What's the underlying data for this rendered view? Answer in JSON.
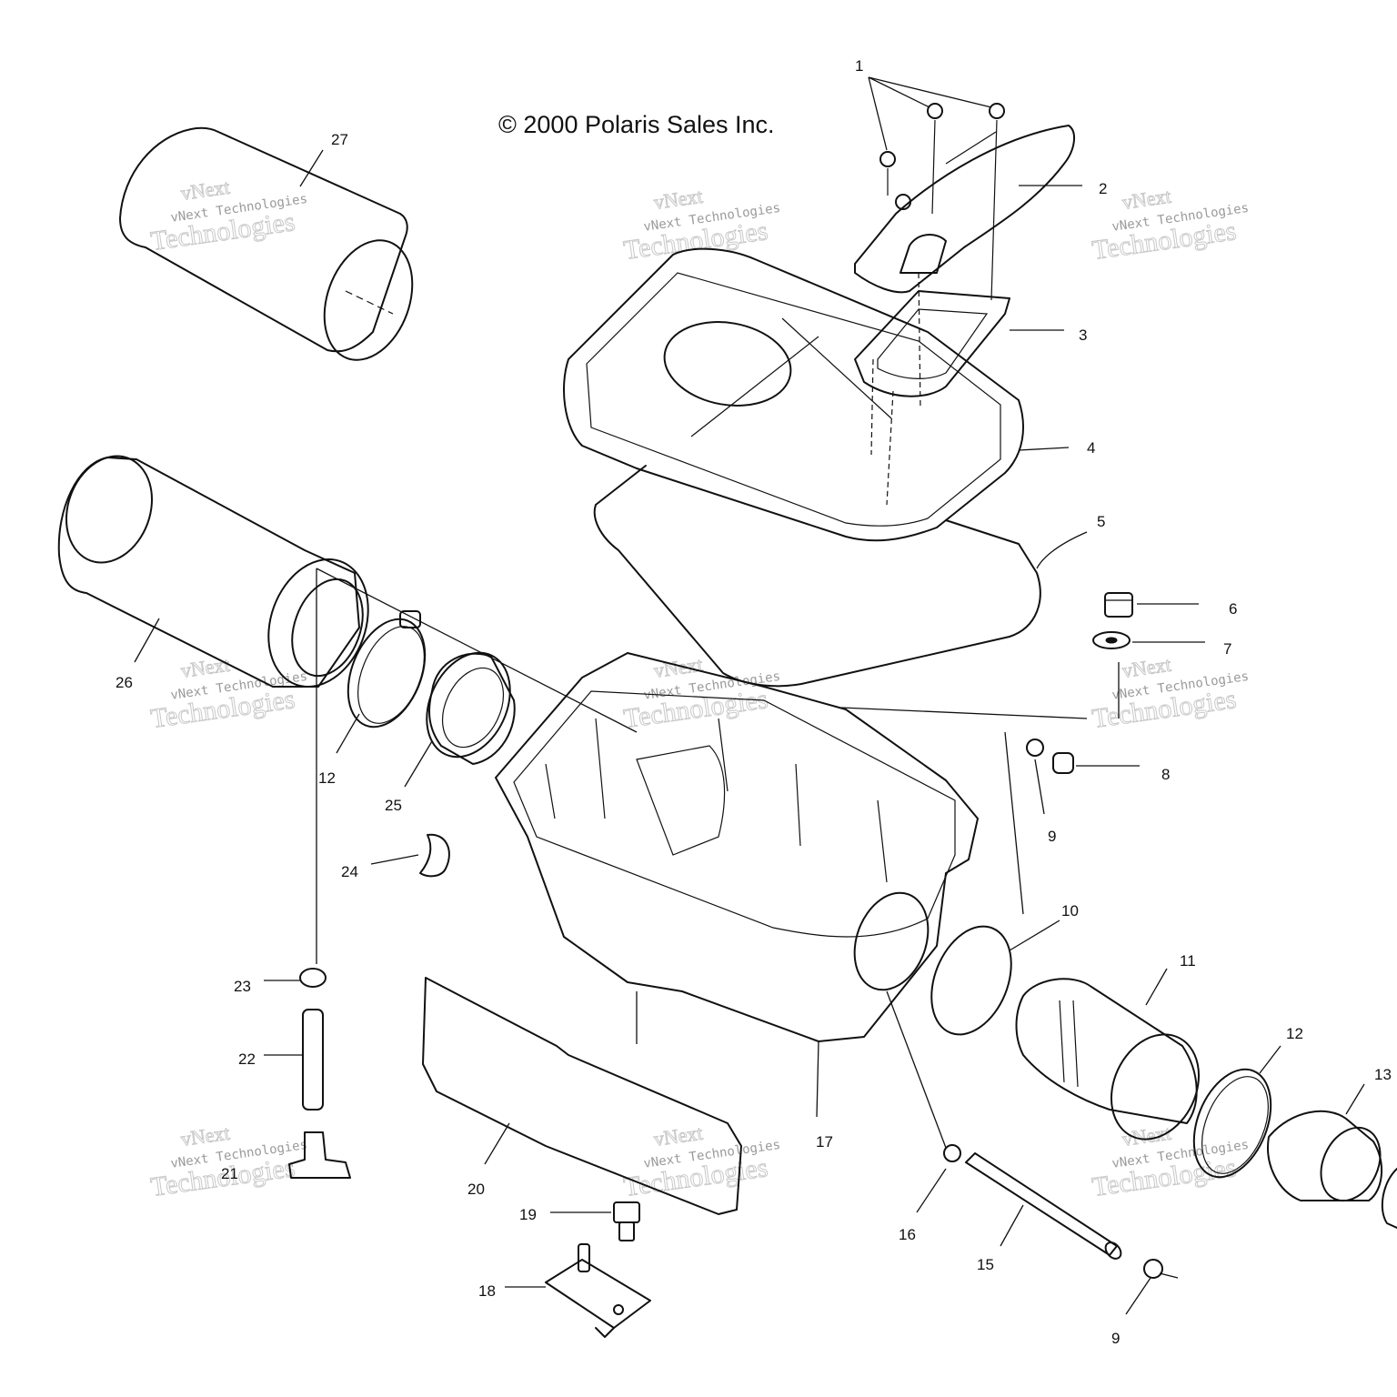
{
  "copyright": "© 2000 Polaris Sales Inc.",
  "watermark": {
    "line1": "vNext",
    "line2": "vNext Technologies",
    "line3": "Technologies"
  },
  "callouts": [
    {
      "id": "c1",
      "label": "1"
    },
    {
      "id": "c2",
      "label": "2"
    },
    {
      "id": "c3",
      "label": "3"
    },
    {
      "id": "c4",
      "label": "4"
    },
    {
      "id": "c5",
      "label": "5"
    },
    {
      "id": "c6",
      "label": "6"
    },
    {
      "id": "c7",
      "label": "7"
    },
    {
      "id": "c8",
      "label": "8"
    },
    {
      "id": "c9a",
      "label": "9"
    },
    {
      "id": "c9b",
      "label": "9"
    },
    {
      "id": "c10",
      "label": "10"
    },
    {
      "id": "c11",
      "label": "11"
    },
    {
      "id": "c12a",
      "label": "12"
    },
    {
      "id": "c12b",
      "label": "12"
    },
    {
      "id": "c13",
      "label": "13"
    },
    {
      "id": "c15",
      "label": "15"
    },
    {
      "id": "c16",
      "label": "16"
    },
    {
      "id": "c17",
      "label": "17"
    },
    {
      "id": "c18",
      "label": "18"
    },
    {
      "id": "c19",
      "label": "19"
    },
    {
      "id": "c20",
      "label": "20"
    },
    {
      "id": "c21",
      "label": "21"
    },
    {
      "id": "c22",
      "label": "22"
    },
    {
      "id": "c23",
      "label": "23"
    },
    {
      "id": "c24",
      "label": "24"
    },
    {
      "id": "c25",
      "label": "25"
    },
    {
      "id": "c26",
      "label": "26"
    },
    {
      "id": "c27",
      "label": "27"
    }
  ]
}
